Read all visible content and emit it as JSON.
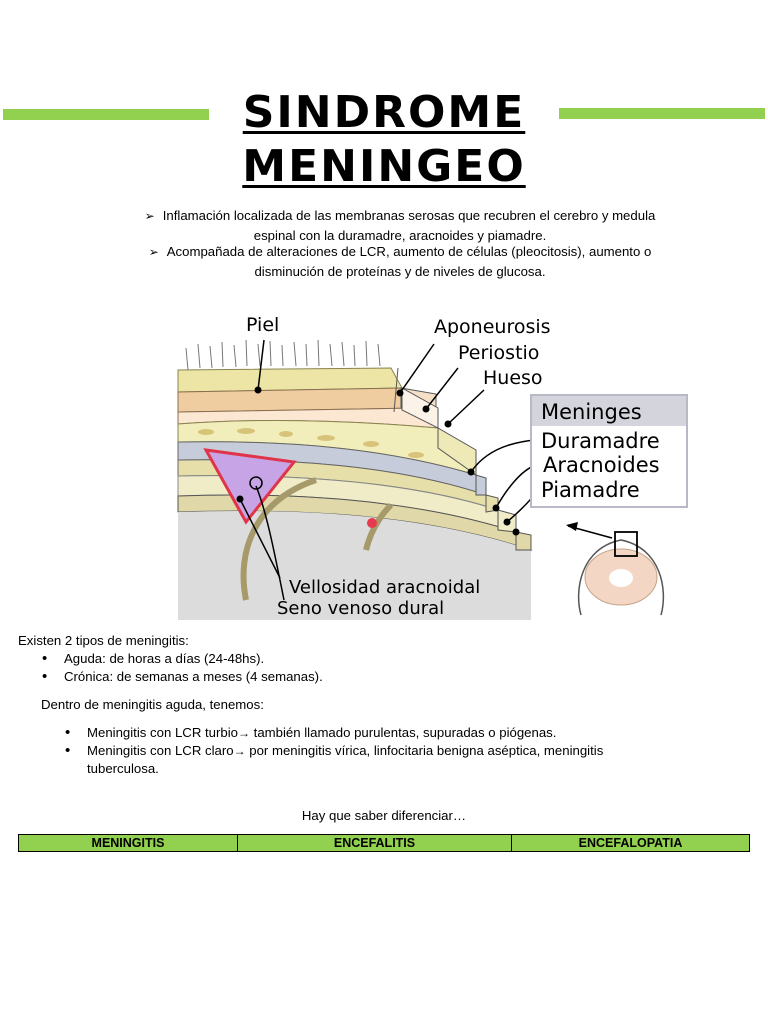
{
  "title": {
    "line1": "SINDROME",
    "line2": "MENINGEO"
  },
  "intro": [
    "Inflamación localizada de las membranas serosas que recubren el cerebro y medula espinal con la duramadre, aracnoides y piamadre.",
    "Acompañada de alteraciones de LCR, aumento de células (pleocitosis), aumento o disminución de proteínas y de niveles de glucosa."
  ],
  "figure": {
    "labels": {
      "piel": "Piel",
      "aponeurosis": "Aponeurosis",
      "periostio": "Periostio",
      "hueso": "Hueso",
      "meninges": "Meninges",
      "duramadre": "Duramadre",
      "aracnoides": "Aracnoides",
      "piamadre": "Piamadre",
      "vellosidad": "Vellosidad aracnoidal",
      "seno": "Seno venoso dural"
    }
  },
  "types": {
    "heading": "Existen 2 tipos de meningitis:",
    "items": [
      "Aguda: de horas a días (24-48hs).",
      "Crónica: de semanas a meses (4 semanas)."
    ]
  },
  "acute": {
    "heading": "Dentro de meningitis aguda, tenemos:",
    "items": [
      {
        "lead": "Meningitis con LCR turbio",
        "arrow": "→",
        "rest": " también llamado purulentas, supuradas o piógenas."
      },
      {
        "lead": "Meningitis con LCR claro",
        "arrow": "→",
        "rest": " por meningitis vírica, linfocitaria benigna aséptica, meningitis tuberculosa."
      }
    ]
  },
  "differentiate": "Hay que saber diferenciar…",
  "table": {
    "headers": [
      "MENINGITIS",
      "ENCEFALITIS",
      "ENCEFALOPATIA"
    ]
  },
  "colors": {
    "accent": "#92d050"
  }
}
